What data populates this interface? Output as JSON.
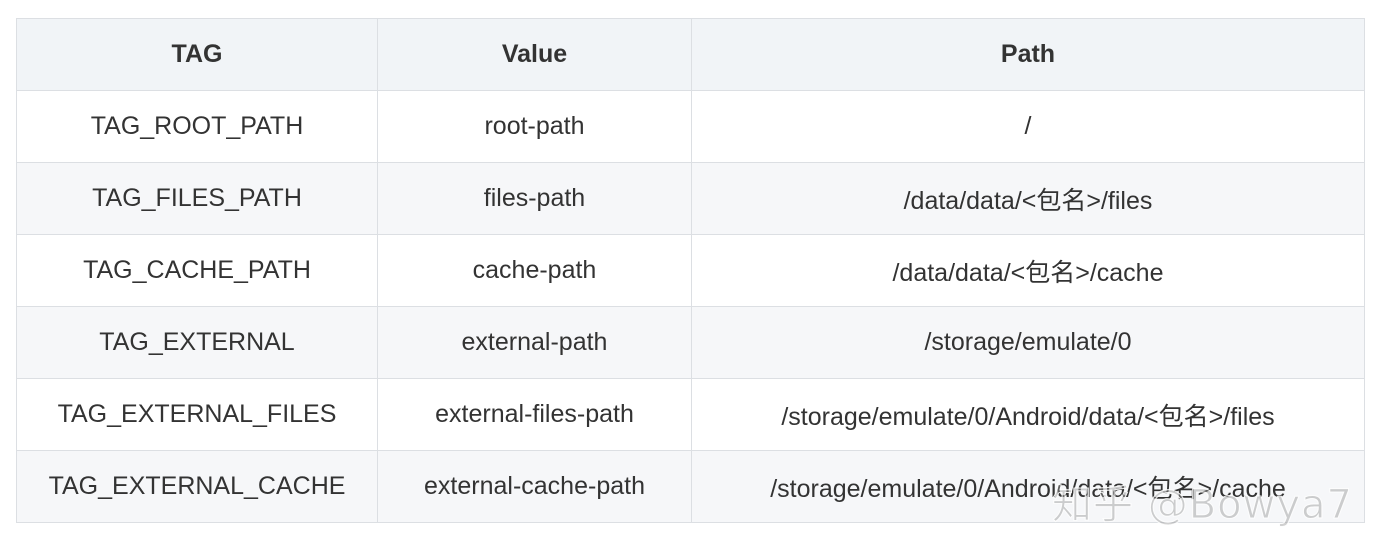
{
  "chart_data": {
    "type": "table",
    "columns": [
      "TAG",
      "Value",
      "Path"
    ],
    "rows": [
      [
        "TAG_ROOT_PATH",
        "root-path",
        "/"
      ],
      [
        "TAG_FILES_PATH",
        "files-path",
        "/data/data/<包名>/files"
      ],
      [
        "TAG_CACHE_PATH",
        "cache-path",
        "/data/data/<包名>/cache"
      ],
      [
        "TAG_EXTERNAL",
        "external-path",
        "/storage/emulate/0"
      ],
      [
        "TAG_EXTERNAL_FILES",
        "external-files-path",
        "/storage/emulate/0/Android/data/<包名>/files"
      ],
      [
        "TAG_EXTERNAL_CACHE",
        "external-cache-path",
        "/storage/emulate/0/Android/data/<包名>/cache"
      ]
    ]
  },
  "watermark": {
    "text": "知乎 @Bowya7"
  }
}
